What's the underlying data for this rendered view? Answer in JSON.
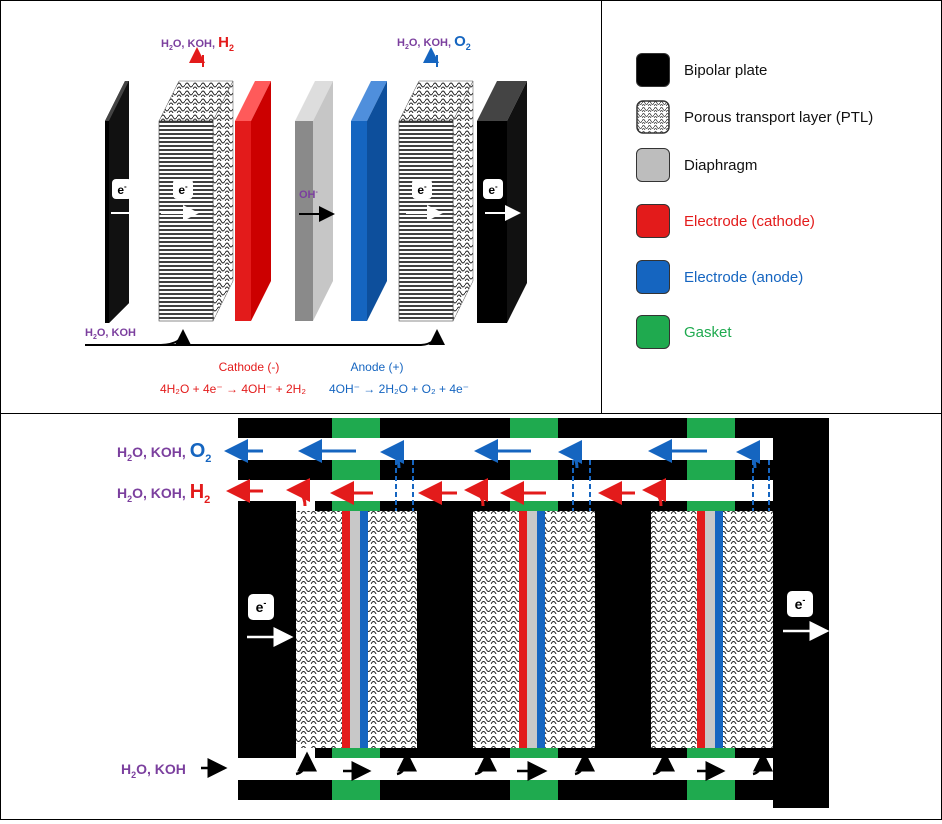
{
  "colors": {
    "bipolar": "#000000",
    "ptl": "#ffffff",
    "diaphragm": "#bdbdbd",
    "cathode": "#e31b1b",
    "anode": "#1565c0",
    "gasket": "#1faa4f",
    "purple": "#7b3f9e"
  },
  "top": {
    "out_cathode": {
      "prefix": "H",
      "sub": "2",
      "mid": "O, KOH, ",
      "gas": "H",
      "gas_sub": "2"
    },
    "out_anode": {
      "prefix": "H",
      "sub": "2",
      "mid": "O, KOH, ",
      "gas": "O",
      "gas_sub": "2"
    },
    "inlet": {
      "prefix": "H",
      "sub": "2",
      "mid": "O, KOH"
    },
    "electron": "e",
    "electron_sup": "-",
    "ion": "OH",
    "ion_sup": "-",
    "cathode_title": "Cathode (-)",
    "cathode_eq": "4H₂O + 4e⁻ → 4OH⁻ + 2H₂",
    "anode_title": "Anode  (+)",
    "anode_eq": "4OH⁻ → 2H₂O + O₂ + 4e⁻"
  },
  "legend": [
    {
      "label": "Bipolar plate",
      "color": "#000000",
      "text_color": "#111111",
      "icon": "black-swatch"
    },
    {
      "label": "Porous transport layer (PTL)",
      "color": "#ffffff",
      "text_color": "#111111",
      "icon": "mesh-swatch"
    },
    {
      "label": "Diaphragm",
      "color": "#bdbdbd",
      "text_color": "#111111",
      "icon": "grey-swatch"
    },
    {
      "label": "Electrode (cathode)",
      "color": "#e31b1b",
      "text_color": "#e31b1b",
      "icon": "red-swatch"
    },
    {
      "label": "Electrode (anode)",
      "color": "#1565c0",
      "text_color": "#1565c0",
      "icon": "blue-swatch"
    },
    {
      "label": "Gasket",
      "color": "#1faa4f",
      "text_color": "#1faa4f",
      "icon": "green-swatch"
    }
  ],
  "bottom": {
    "out_o2": {
      "prefix": "H",
      "sub": "2",
      "mid": "O, KOH, ",
      "gas": "O",
      "gas_sub": "2"
    },
    "out_h2": {
      "prefix": "H",
      "sub": "2",
      "mid": "O, KOH, ",
      "gas": "H",
      "gas_sub": "2"
    },
    "inlet": {
      "prefix": "H",
      "sub": "2",
      "mid": "O, KOH"
    },
    "electron": "e",
    "electron_sup": "-"
  }
}
